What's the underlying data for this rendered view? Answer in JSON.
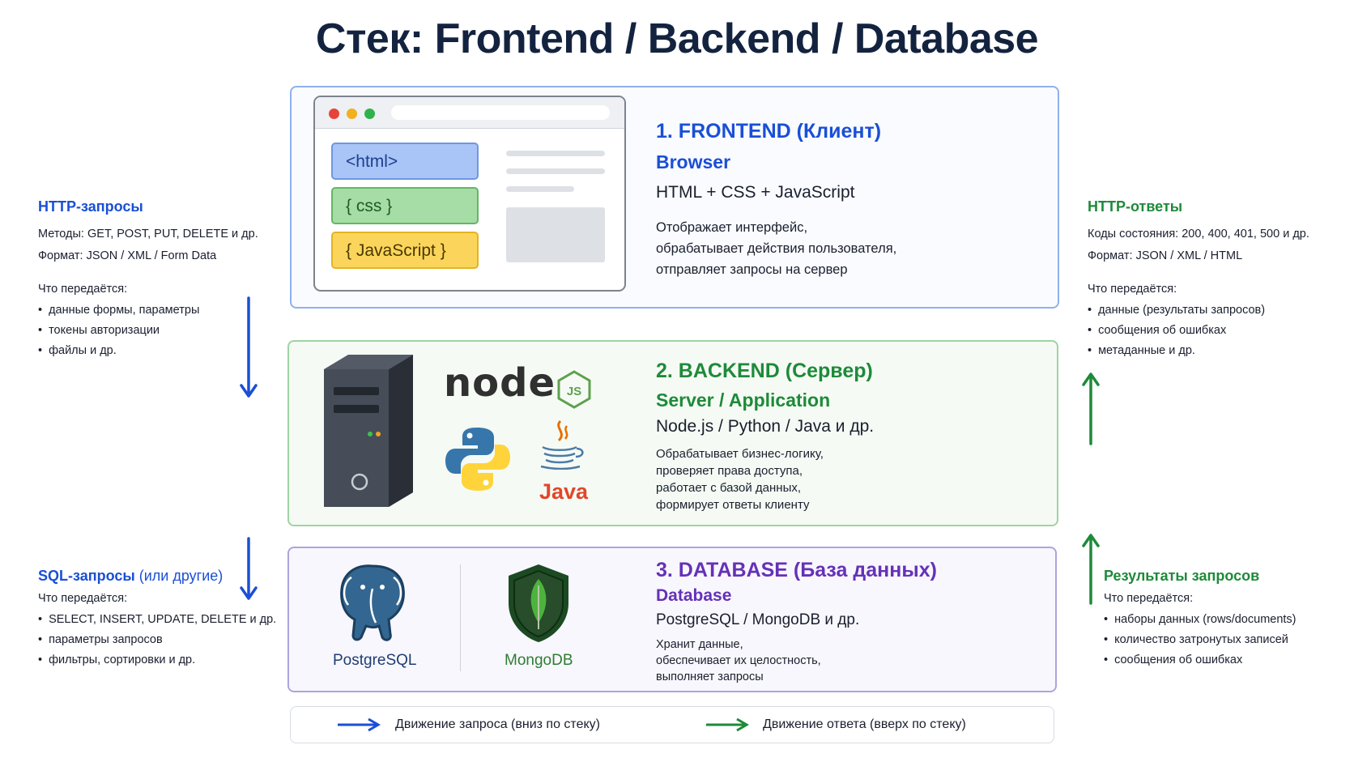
{
  "title": "Стек: Frontend / Backend / Database",
  "colors": {
    "blue": "#1a4fd6",
    "green": "#1e8a3a",
    "purple": "#6531b8",
    "navy": "#13233f"
  },
  "left": {
    "http": {
      "heading": "HTTP-запросы",
      "methods": "Методы: GET, POST, PUT, DELETE и др.",
      "format": "Формат: JSON / XML / Form Data",
      "what": "Что передаётся:",
      "items": [
        "данные формы, параметры",
        "токены авторизации",
        "файлы и др."
      ]
    },
    "sql": {
      "heading_main": "SQL-запросы",
      "heading_extra": "(или другие)",
      "what": "Что передаётся:",
      "items": [
        "SELECT, INSERT, UPDATE, DELETE и др.",
        "параметры запросов",
        "фильтры, сортировки и др."
      ]
    }
  },
  "right": {
    "http": {
      "heading": "HTTP-ответы",
      "codes": "Коды состояния: 200, 400, 401, 500 и др.",
      "format": "Формат: JSON / XML / HTML",
      "what": "Что передаётся:",
      "items": [
        "данные (результаты запросов)",
        "сообщения об ошибках",
        "метаданные и др."
      ]
    },
    "results": {
      "heading": "Результаты запросов",
      "what": "Что передаётся:",
      "items": [
        "наборы данных (rows/documents)",
        "количество затронутых записей",
        "сообщения об ошибках"
      ]
    }
  },
  "frontend": {
    "title": "1. FRONTEND (Клиент)",
    "subtitle": "Browser",
    "tech": "HTML + CSS + JavaScript",
    "desc": [
      "Отображает интерфейс,",
      "обрабатывает действия пользователя,",
      "отправляет запросы на сервер"
    ],
    "tags": {
      "html": "<html>",
      "css": "{ css }",
      "js": "{ JavaScript }"
    }
  },
  "backend": {
    "title": "2. BACKEND (Сервер)",
    "subtitle": "Server / Application",
    "tech": "Node.js / Python / Java и др.",
    "desc": [
      "Обрабатывает бизнес-логику,",
      "проверяет права доступа,",
      "работает с базой данных,",
      "формирует ответы клиенту"
    ],
    "logos": {
      "node": "node",
      "js": "JS",
      "java": "Java"
    }
  },
  "database": {
    "title": "3. DATABASE (База данных)",
    "subtitle": "Database",
    "tech": "PostgreSQL / MongoDB и др.",
    "desc": [
      "Хранит данные,",
      "обеспечивает их целостность,",
      "выполняет запросы"
    ],
    "logos": {
      "postgres": "PostgreSQL",
      "mongo": "MongoDB"
    }
  },
  "legend": {
    "request": "Движение запроса (вниз по стеку)",
    "response": "Движение ответа (вверх по стеку)"
  }
}
